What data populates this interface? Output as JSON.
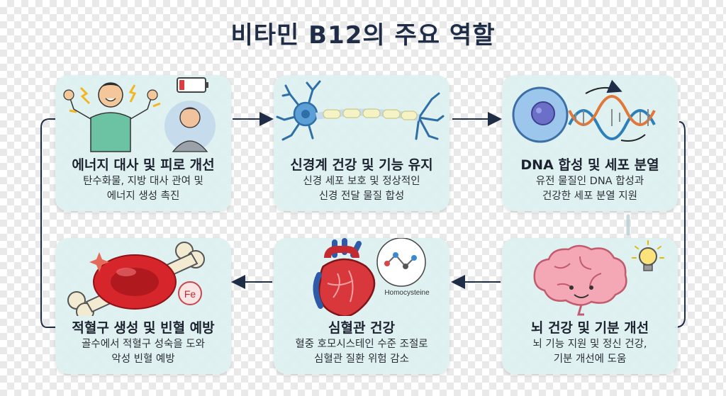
{
  "title": "비타민 B12의 주요 역할",
  "colors": {
    "title": "#1f2d47",
    "card_bg": "#def0f0",
    "arrow": "#1f2d47"
  },
  "cards": [
    {
      "title": "에너지 대사 및 피로 개선",
      "desc": "탄수화물, 지방 대사 관여 및\n에너지 생성 촉진",
      "icon": "energetic-person-icon"
    },
    {
      "title": "신경계 건강 및 기능 유지",
      "desc": "신경 세포 보호 및 정상적인\n신경 전달 물질 합성",
      "icon": "neuron-icon"
    },
    {
      "title": "DNA 합성 및 세포 분열",
      "desc": "유전 물질인 DNA 합성과\n건강한 세포 분열 지원",
      "icon": "dna-cell-icon"
    },
    {
      "title": "적혈구 생성 및 빈혈 예방",
      "desc": "골수에서 적혈구 성숙을 도와\n악성 빈혈 예방",
      "icon": "red-blood-cell-icon",
      "badge": "Fe"
    },
    {
      "title": "심혈관 건강",
      "desc": "혈중 호모시스테인 수준 조절로\n심혈관 질환 위험 감소",
      "icon": "heart-icon",
      "label": "Homocysteine"
    },
    {
      "title": "뇌 건강 및 기분 개선",
      "desc": "뇌 기능 지원 및 정신 건강,\n기분 개선에 도움",
      "icon": "brain-icon"
    }
  ]
}
